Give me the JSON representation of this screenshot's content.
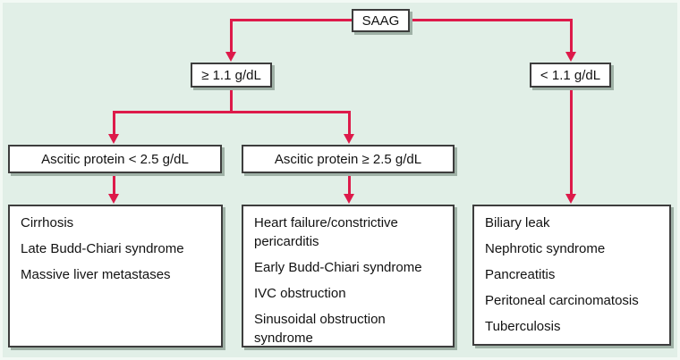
{
  "palette": {
    "background": "#e1efe7",
    "arrow_red": "#dd1a4a",
    "box_border": "#3d3d3d",
    "box_fill": "#ffffff",
    "shadow": "#9fb1a6",
    "text": "#121212"
  },
  "root": {
    "label": "SAAG"
  },
  "branches": {
    "saag_high": {
      "label": "≥ 1.1 g/dL"
    },
    "saag_low": {
      "label": "< 1.1 g/dL"
    }
  },
  "sub_branches": {
    "protein_low": {
      "label": "Ascitic protein < 2.5 g/dL"
    },
    "protein_high": {
      "label": "Ascitic protein ≥ 2.5 g/dL"
    }
  },
  "outcomes": {
    "protein_low": [
      "Cirrhosis",
      "Late Budd-Chiari syndrome",
      "Massive liver metastases"
    ],
    "protein_high": [
      "Heart failure/constrictive pericarditis",
      "Early Budd-Chiari syndrome",
      "IVC obstruction",
      "Sinusoidal obstruction syndrome"
    ],
    "saag_low": [
      "Biliary leak",
      "Nephrotic syndrome",
      "Pancreatitis",
      "Peritoneal carcinomatosis",
      "Tuberculosis"
    ]
  }
}
